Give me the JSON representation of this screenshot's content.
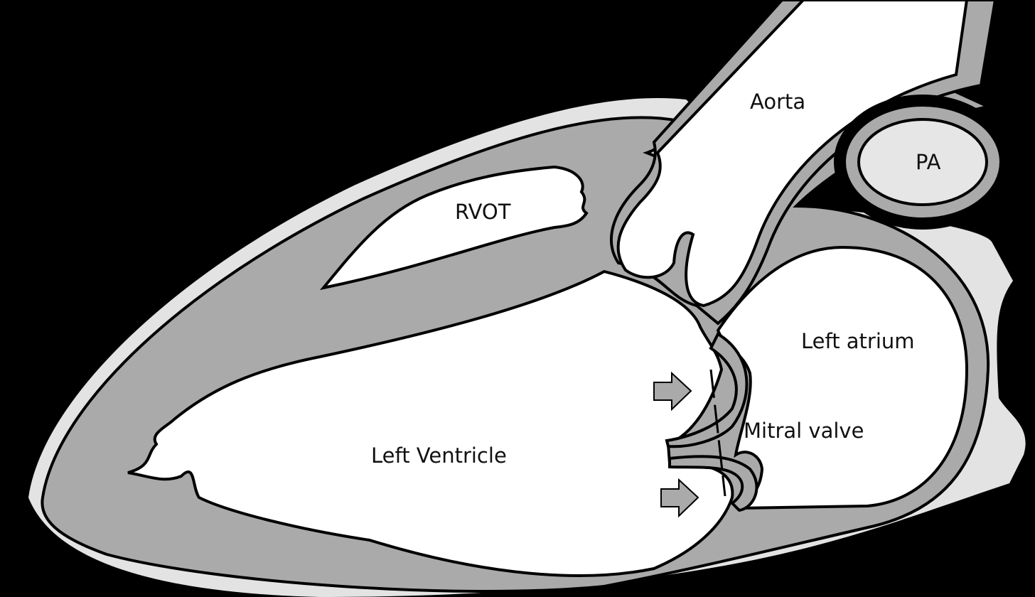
{
  "diagram": {
    "labels": {
      "aorta": "Aorta",
      "pa": "PA",
      "rvot": "RVOT",
      "left_atrium": "Left atrium",
      "mitral_valve": "Mitral valve",
      "left_ventricle": "Left Ventricle"
    },
    "colors": {
      "background": "#000000",
      "pericardium": "#e3e3e3",
      "myocardium": "#aaaaaa",
      "cavity": "#ffffff",
      "pa_lumen": "#e6e6e6",
      "arrow": "#aaaaaa"
    }
  }
}
